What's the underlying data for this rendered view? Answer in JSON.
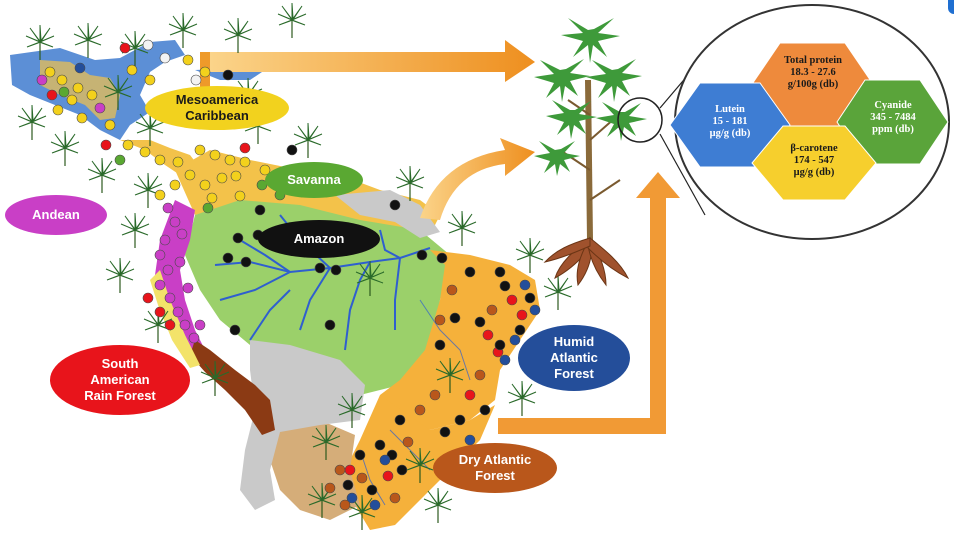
{
  "regions": {
    "mesoamerica": {
      "label": "Mesoamerica\nCaribbean",
      "color": "#f2d21e",
      "text_color": "#1a1a1a"
    },
    "savanna": {
      "label": "Savanna",
      "color": "#5aa832",
      "text_color": "#ffffff"
    },
    "andean": {
      "label": "Andean",
      "color": "#c93fc6",
      "text_color": "#ffffff"
    },
    "amazon": {
      "label": "Amazon",
      "color": "#111111",
      "text_color": "#ffffff"
    },
    "south_american_rain_forest": {
      "label": "South\nAmerican\nRain Forest",
      "color": "#e8141b",
      "text_color": "#ffffff"
    },
    "humid_atlantic_forest": {
      "label": "Humid\nAtlantic\nForest",
      "color": "#244e9a",
      "text_color": "#ffffff"
    },
    "dry_atlantic_forest": {
      "label": "Dry Atlantic\nForest",
      "color": "#b9571b",
      "text_color": "#ffffff"
    }
  },
  "traits": {
    "total_protein": {
      "label": "Total protein\n18.3 - 27.6\ng/100g (db)",
      "color": "#ee8a3c"
    },
    "lutein": {
      "label": "Lutein\n15 - 181\nμg/g (db)",
      "color": "#3e7dd3"
    },
    "cyanide": {
      "label": "Cyanide\n345 - 7484\nppm (db)",
      "color": "#5aa43a"
    },
    "beta_carotene": {
      "label": "β-carotene\n174 - 547\nμg/g (db)",
      "color": "#f6cf2d"
    }
  },
  "colors": {
    "arrow": "#f0a23a",
    "amazon_land": "#9bd06a",
    "orange_land": "#f5b13b",
    "savanna_land": "#f3c24a",
    "brown_land": "#8b3a14",
    "tan_land": "#d5ad79",
    "grey_land": "#c9c9c9",
    "sea_blue": "#5c8fd6",
    "river": "#2f5fcf",
    "plant_leaf": "#2f8a2f"
  }
}
